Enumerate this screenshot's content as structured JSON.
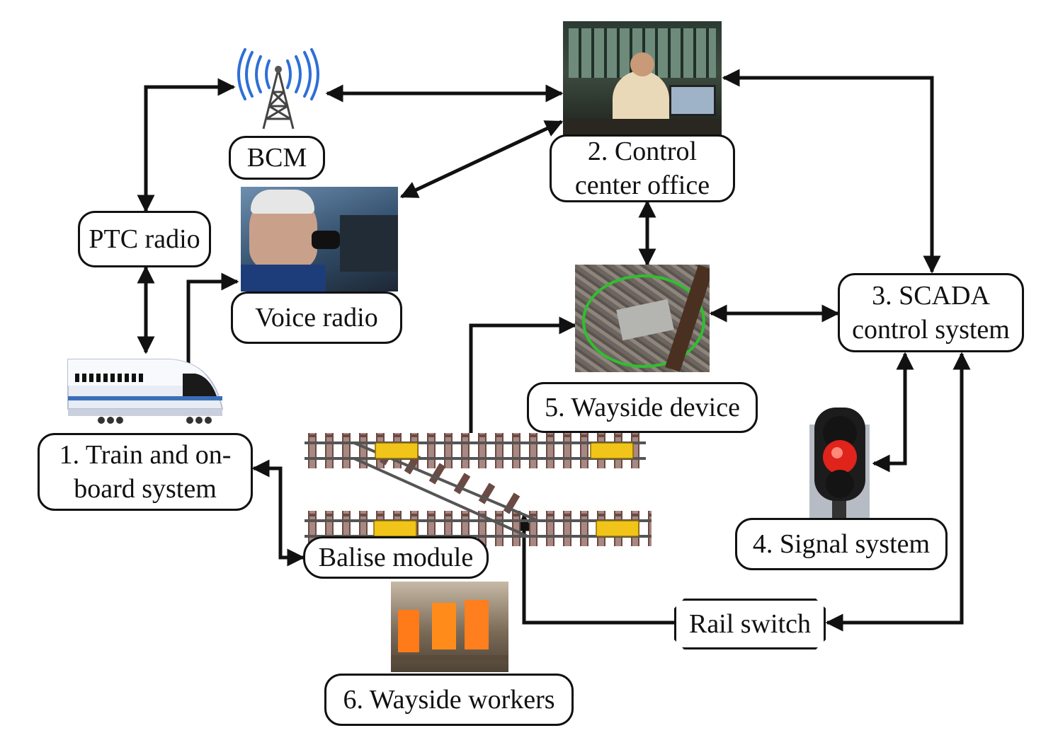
{
  "labels": {
    "bcm": "BCM",
    "control_center": "2. Control\ncenter office",
    "ptc_radio": "PTC radio",
    "voice_radio": "Voice radio",
    "scada": "3. SCADA\ncontrol system",
    "wayside_device": "5. Wayside device",
    "train": "1. Train and on-\nboard system",
    "balise": "Balise module",
    "signal": "4. Signal system",
    "rail_switch": "Rail switch",
    "workers": "6. Wayside workers"
  },
  "icons": {
    "antenna": "radio-tower-icon",
    "train": "train-icon",
    "signal": "traffic-signal-icon",
    "tracks": "railway-track-icon"
  },
  "colors": {
    "line": "#111111",
    "wave": "#2e6fd6",
    "signal_red": "#e0231b",
    "balise": "#f0c419",
    "wayside_ring": "#2fbf2f"
  }
}
